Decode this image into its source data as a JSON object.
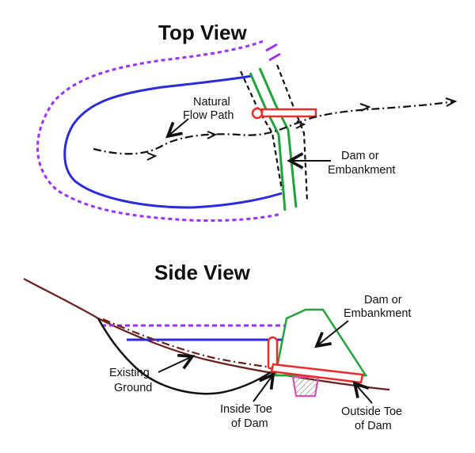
{
  "titles": {
    "top": "Top View",
    "side": "Side View"
  },
  "labels": {
    "natural_flow_line1": "Natural",
    "natural_flow_line2": "Flow Path",
    "dam_top_line1": "Dam or",
    "dam_top_line2": "Embankment",
    "dam_side_line1": "Dam or",
    "dam_side_line2": "Embankment",
    "existing_line1": "Existing",
    "existing_line2": "Ground",
    "inside_toe_line1": "Inside Toe",
    "inside_toe_line2": "of Dam",
    "outside_toe_line1": "Outside Toe",
    "outside_toe_line2": "of Dam"
  },
  "colors": {
    "water_edge": "#2b2bdc",
    "flood_edge": "#9b30ff",
    "embankment": "#1fa33a",
    "pipe": "#ee2a2a",
    "ground": "#6b1e1e",
    "ground_line": "#111111",
    "foundation": "#e04fb0",
    "dash_outline": "#111111"
  }
}
